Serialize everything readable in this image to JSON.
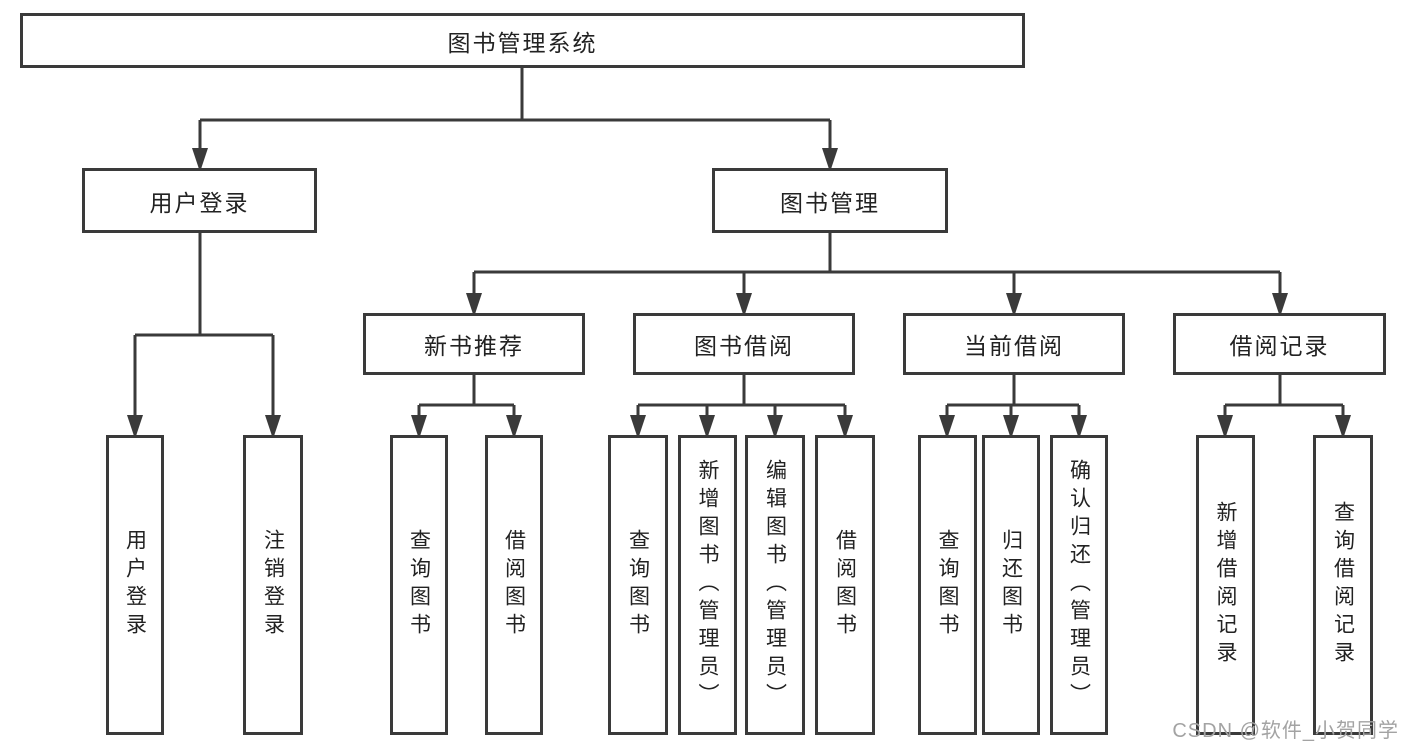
{
  "tree": {
    "root": {
      "label": "图书管理系统"
    },
    "branches": [
      {
        "label": "用户登录",
        "children": [
          {
            "label": "用户登录"
          },
          {
            "label": "注销登录"
          }
        ]
      },
      {
        "label": "图书管理",
        "children": [
          {
            "label": "新书推荐",
            "children": [
              {
                "label": "查询图书"
              },
              {
                "label": "借阅图书"
              }
            ]
          },
          {
            "label": "图书借阅",
            "children": [
              {
                "label": "查询图书"
              },
              {
                "label": "新增图书（管理员）"
              },
              {
                "label": "编辑图书（管理员）"
              },
              {
                "label": "借阅图书"
              }
            ]
          },
          {
            "label": "当前借阅",
            "children": [
              {
                "label": "查询图书"
              },
              {
                "label": "归还图书"
              },
              {
                "label": "确认归还（管理员）"
              }
            ]
          },
          {
            "label": "借阅记录",
            "children": [
              {
                "label": "新增借阅记录"
              },
              {
                "label": "查询借阅记录"
              }
            ]
          }
        ]
      }
    ]
  },
  "watermark": {
    "text": "CSDN @软件_小贺同学"
  },
  "colors": {
    "line": "#3a3a3a",
    "border": "#3a3a3a",
    "text": "#222222",
    "watermark": "#a3a3a3",
    "background": "#ffffff"
  }
}
